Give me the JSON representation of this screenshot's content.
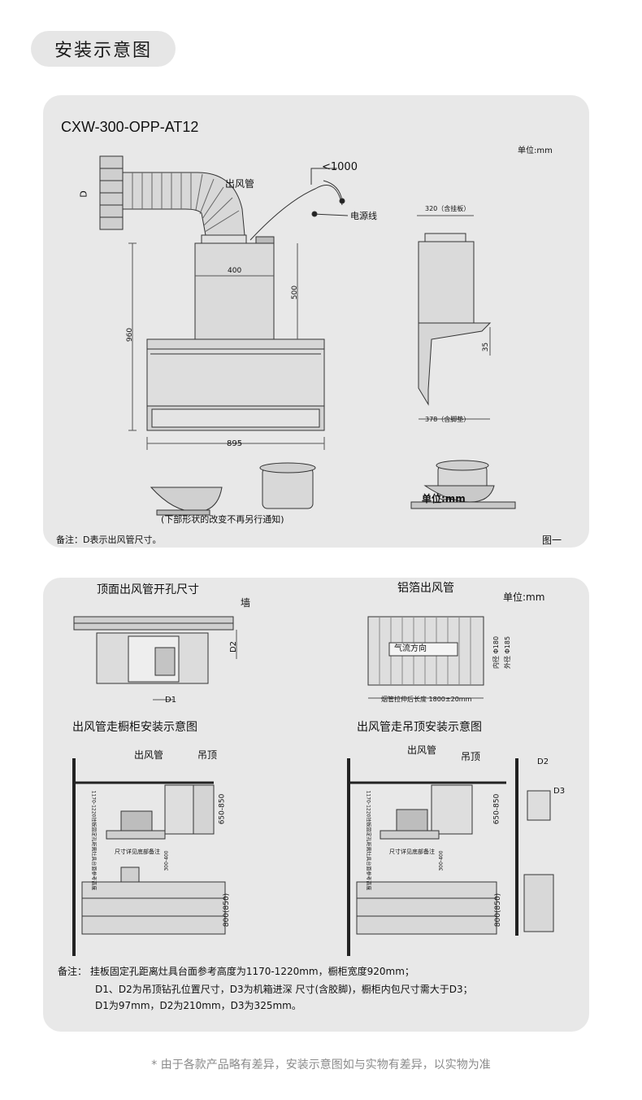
{
  "header": {
    "title": "安装示意图"
  },
  "fig1": {
    "model": "CXW-300-OPP-AT12",
    "unit": "单位:mm",
    "d_label": "D",
    "duct_label": "出风管",
    "angle_label": "<1000",
    "power_label": "电源线",
    "dim_400": "400",
    "dim_500": "500",
    "dim_960": "960",
    "dim_895": "895",
    "dim_320": "320（含挂板）",
    "dim_35": "35",
    "dim_378": "378（含脚垫）",
    "unit_overlap": "单位:mm",
    "notice": "(下部形状的改变不再另行通知)",
    "note": "备注：D表示出风管尺寸。",
    "fig_label": "图一"
  },
  "fig2": {
    "top_title": "顶面出风管开孔尺寸",
    "wall_label": "墙",
    "d2": "D2",
    "d1": "D1",
    "foil_title": "铝箔出风管",
    "unit": "单位:mm",
    "airflow": "气流方向",
    "inner_dia": "内径 Φ180",
    "outer_dia": "外径 Φ185",
    "stretch": "烟管拉伸后长度 1800±20mm",
    "cabinet_title": "出风管走橱柜安装示意图",
    "ceiling_title": "出风管走吊顶安装示意图",
    "duct": "出风管",
    "ceiling": "吊顶",
    "dim_650_850": "650-850",
    "dim_800": "800(850)",
    "dim_1170": "1170-1220挂板固定孔距离灶具台面参考高度",
    "dim_300": "300-400",
    "size_note": "尺寸详见底部备注",
    "d2b": "D2",
    "d3": "D3",
    "note1": "备注：  挂板固定孔距离灶具台面参考高度为1170-1220mm，橱柜宽度920mm；",
    "note2": "D1、D2为吊顶钻孔位置尺寸，D3为机箱进深 尺寸(含胶脚)，橱柜内包尺寸需大于D3；",
    "note3": "D1为97mm，D2为210mm，D3为325mm。"
  },
  "footer": {
    "disclaimer": "* 由于各款产品略有差异，安装示意图如与实物有差异，以实物为准"
  }
}
